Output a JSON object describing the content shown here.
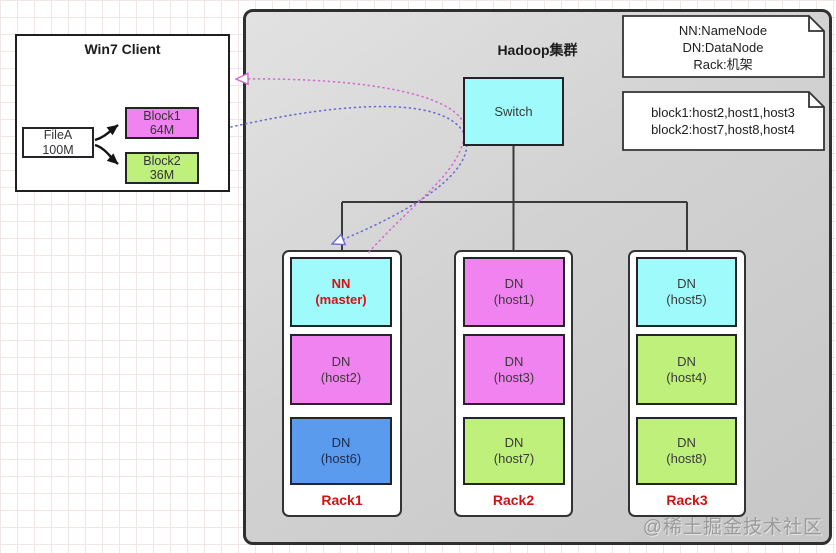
{
  "client": {
    "title": "Win7 Client",
    "file": {
      "line1": "FileA",
      "line2": "100M"
    },
    "block1": {
      "line1": "Block1",
      "line2": "64M"
    },
    "block2": {
      "line1": "Block2",
      "line2": "36M"
    }
  },
  "cluster": {
    "title": "Hadoop集群",
    "switch_label": "Switch",
    "racks": [
      {
        "label": "Rack1",
        "nodes": [
          {
            "line1": "NN",
            "line2": "(master)",
            "color": "#9ffbfb"
          },
          {
            "line1": "DN",
            "line2": "(host2)",
            "color": "#f183f1"
          },
          {
            "line1": "DN",
            "line2": "(host6)",
            "color": "#5b9bee"
          }
        ]
      },
      {
        "label": "Rack2",
        "nodes": [
          {
            "line1": "DN",
            "line2": "(host1)",
            "color": "#f183f1"
          },
          {
            "line1": "DN",
            "line2": "(host3)",
            "color": "#f183f1"
          },
          {
            "line1": "DN",
            "line2": "(host7)",
            "color": "#c0f07c"
          }
        ]
      },
      {
        "label": "Rack3",
        "nodes": [
          {
            "line1": "DN",
            "line2": "(host5)",
            "color": "#9ffbfb"
          },
          {
            "line1": "DN",
            "line2": "(host4)",
            "color": "#c0f07c"
          },
          {
            "line1": "DN",
            "line2": "(host8)",
            "color": "#c0f07c"
          }
        ]
      }
    ]
  },
  "notes": [
    {
      "lines": [
        "NN:NameNode",
        "DN:DataNode",
        "Rack:机架"
      ]
    },
    {
      "lines": [
        "block1:host2,host1,host3",
        "block2:host7,host8,host4"
      ]
    }
  ],
  "watermark": "@稀土掘金技术社区",
  "colors": {
    "cyan": "#9ffbfb",
    "pink": "#f183f1",
    "green": "#c0f07c",
    "blue": "#5b9bee",
    "red_text": "#cc1414",
    "arrow_pink": "#d36bd3",
    "arrow_blue": "#6b6bd1",
    "cluster_gray": "#d2d2d2"
  }
}
